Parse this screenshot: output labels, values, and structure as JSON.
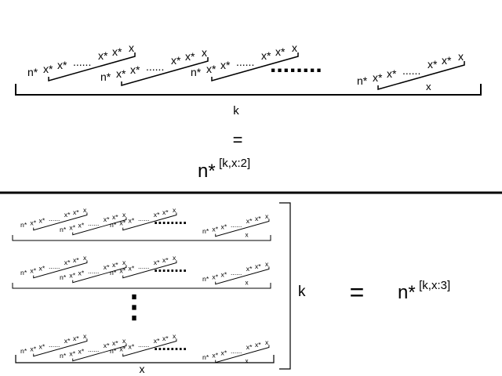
{
  "diagram": {
    "grid_row_count": 4,
    "terms": [
      {
        "n": "n*",
        "xs": [
          "x*",
          "x*"
        ],
        "dots": "......",
        "tail": [
          "x*",
          "x*",
          "x"
        ],
        "under": ""
      },
      {
        "n": "n*",
        "xs": [
          "x*",
          "x*"
        ],
        "dots": "......",
        "tail": [
          "x*",
          "x*",
          "x"
        ],
        "under": ""
      },
      {
        "n": "n*",
        "xs": [
          "x*",
          "x*"
        ],
        "dots": "......",
        "tail": [
          "x*",
          "x*",
          "x"
        ],
        "under": ""
      },
      {
        "n": "n*",
        "xs": [
          "x*",
          "x*"
        ],
        "dots": "......",
        "tail": [
          "x*",
          "x*",
          "x"
        ],
        "under": "x"
      }
    ],
    "ellipsis_h": "........",
    "ellipsis_v": "⋮",
    "top": {
      "brace_label": "k",
      "equals": "=",
      "result_base": "n*",
      "result_sup": "[k,x:2]"
    },
    "bottom": {
      "brace_label_bottom": "x",
      "brace_label_right": "k",
      "equals": "=",
      "result_base": "n*",
      "result_sup": "[k,x:3]"
    }
  }
}
